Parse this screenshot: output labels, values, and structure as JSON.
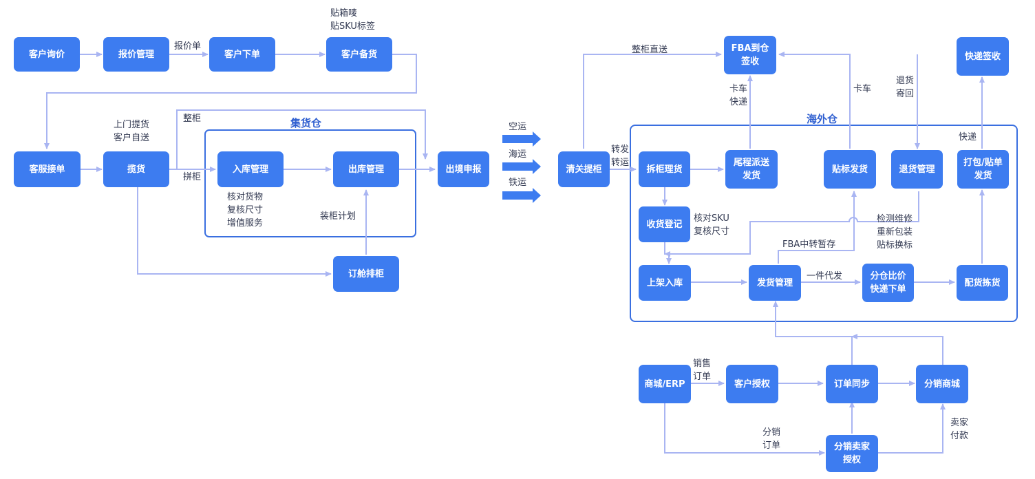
{
  "diagram": {
    "groups": {
      "consolidation": "集货仓",
      "overseas": "海外仓"
    },
    "nodes": {
      "inquiry": "客户询价",
      "quote_mgmt": "报价管理",
      "place_order": "客户下单",
      "stock_prep": "客户备货",
      "cs_accept": "客服接单",
      "pickup": "揽货",
      "inbound_mgmt": "入库管理",
      "outbound_mgmt": "出库管理",
      "export_declare": "出境申报",
      "booking": "订舱排柜",
      "customs_pickup": "清关提柜",
      "fba_receipt": "FBA到仓\n签收",
      "devanning": "拆柜理货",
      "last_mile": "尾程派送\n发货",
      "label_ship": "贴标发货",
      "returns_mgmt": "退货管理",
      "pack_label_ship": "打包/贴单\n发货",
      "express_receipt": "快递签收",
      "goods_receipt": "收货登记",
      "shelving": "上架入库",
      "shipping_mgmt": "发货管理",
      "split_compare": "分仓比价\n快递下单",
      "picking": "配货拣货",
      "mall_erp": "商城/ERP",
      "customer_auth": "客户授权",
      "order_sync": "订单同步",
      "dist_mall": "分销商城",
      "dist_seller_auth": "分销卖家\n授权"
    },
    "labels": {
      "quote_sheet": "报价单",
      "stock_prep_note": "贴箱唛\n贴SKU标签",
      "pickup_note": "上门提货\n客户自送",
      "full_container": "整柜",
      "lcl": "拼柜",
      "inbound_checks": "核对货物\n复核尺寸\n增值服务",
      "load_plan": "装柜计划",
      "air": "空运",
      "sea": "海运",
      "rail": "铁运",
      "direct_full": "整柜直送",
      "transfer": "转发\n转运",
      "truck_express": "卡车\n快递",
      "truck": "卡车",
      "return_mail": "退货\n寄回",
      "express": "快递",
      "receipt_checks": "核对SKU\n复核尺寸",
      "inspect_repair": "检测维修\n重新包装\n贴标换标",
      "fba_transit": "FBA中转暂存",
      "dropship": "一件代发",
      "sales_order": "销售\n订单",
      "dist_order": "分销\n订单",
      "seller_pay": "卖家\n付款"
    }
  },
  "colors": {
    "node_fill": "#3d7cf0",
    "connector": "#a9b5f2",
    "group_border": "#3a6fe0",
    "shipping_arrow": "#3d7cf0"
  }
}
